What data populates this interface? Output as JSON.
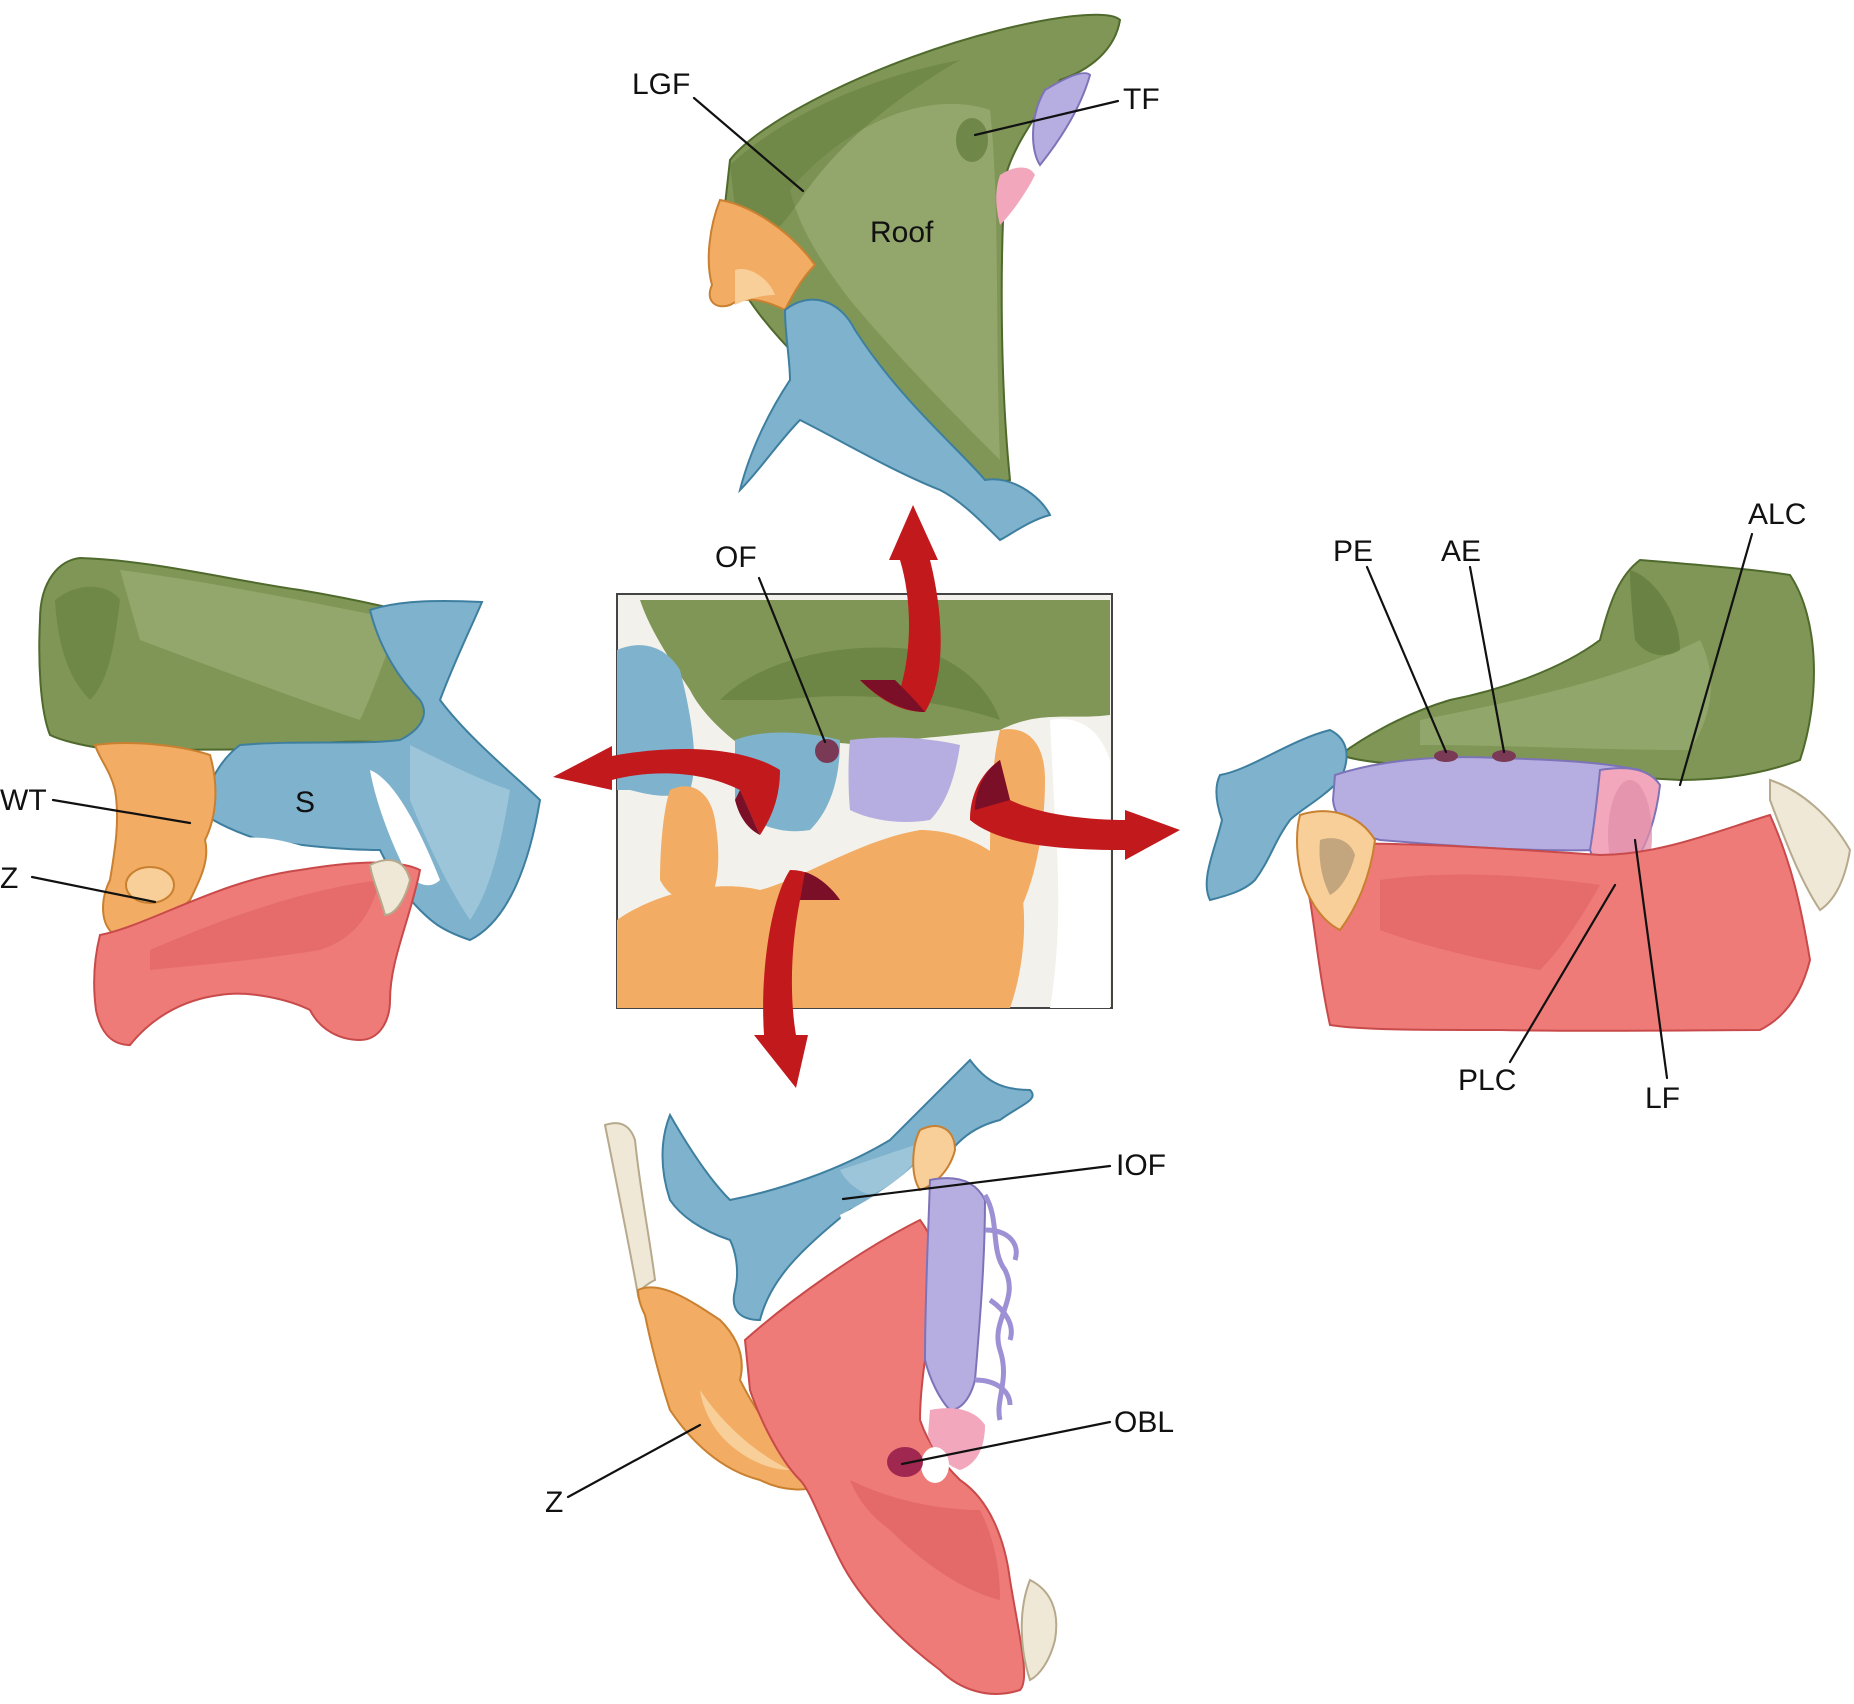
{
  "colors": {
    "roof_green": "#7f9656",
    "green_light": "#a4b57d",
    "green_dark": "#5f7a3a",
    "sphenoid_blue": "#7fb2cc",
    "blue_light": "#a9cde0",
    "zygomatic_orange": "#f2ac63",
    "orange_light": "#f8cf98",
    "maxilla_red": "#ee7b78",
    "red_dark": "#d95a5a",
    "ethmoid_purple": "#b6aee0",
    "lacrimal_pink": "#f2a7bd",
    "beige": "#efe8d6",
    "arrow_red": "#c2191c",
    "arrow_dark": "#7a0f27",
    "inset_frame": "#444444"
  },
  "labels": {
    "top_view": {
      "lgf": "LGF",
      "tf": "TF",
      "roof": "Roof"
    },
    "center_view": {
      "of": "OF"
    },
    "left_view": {
      "wt": "WT",
      "s": "S",
      "z": "Z"
    },
    "right_view": {
      "pe": "PE",
      "ae": "AE",
      "alc": "ALC",
      "plc": "PLC",
      "lf": "LF"
    },
    "bottom_view": {
      "iof": "IOF",
      "obl": "OBL",
      "z": "Z"
    }
  }
}
